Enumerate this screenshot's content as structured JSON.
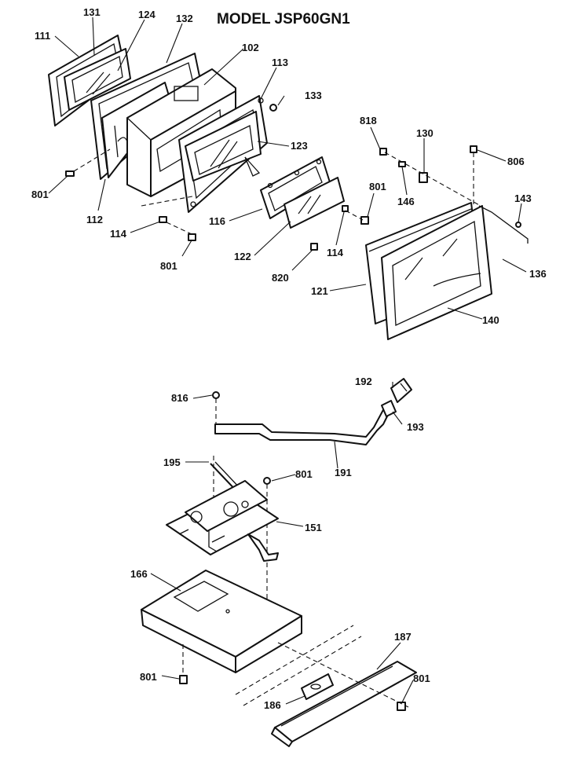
{
  "title": "MODEL JSP60GN1",
  "labels": {
    "l131": "131",
    "l124": "124",
    "l132": "132",
    "l111": "111",
    "l102": "102",
    "l113": "113",
    "l133": "133",
    "l123": "123",
    "l801a": "801",
    "l112": "112",
    "l114a": "114",
    "l801b": "801",
    "l116": "116",
    "l122": "122",
    "l820": "820",
    "l114b": "114",
    "l801c": "801",
    "l818": "818",
    "l130": "130",
    "l806": "806",
    "l146": "146",
    "l143": "143",
    "l136": "136",
    "l121": "121",
    "l140": "140",
    "l192": "192",
    "l816": "816",
    "l193": "193",
    "l195": "195",
    "l801d": "801",
    "l191": "191",
    "l151": "151",
    "l166": "166",
    "l187": "187",
    "l801e": "801",
    "l801f": "801",
    "l186": "186"
  }
}
